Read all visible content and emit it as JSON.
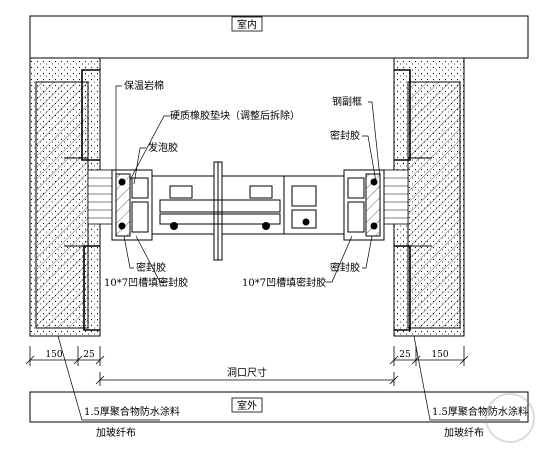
{
  "labels": {
    "indoor": "室内",
    "outdoor": "室外",
    "insulation_wool": "保温岩棉",
    "rubber_block": "硬质橡胶垫块（调整后拆除）",
    "foam_glue": "发泡胶",
    "steel_subframe": "钢副框",
    "sealant_right_top": "密封胶",
    "sealant_left_bottom": "密封胶",
    "sealant_right_bottom": "密封胶",
    "groove_sealant_left": "10*7凹槽填密封胶",
    "groove_sealant_right": "10*7凹槽填密封胶",
    "opening_size": "洞口尺寸",
    "dim_150_left": "150",
    "dim_25_left": "25",
    "dim_25_right": "25",
    "dim_150_right": "150",
    "waterproof_left_1": "1.5厚聚合物防水涂料",
    "waterproof_left_2": "加玻纤布",
    "waterproof_right_1": "1.5厚聚合物防水涂料",
    "waterproof_right_2": "加玻纤布"
  },
  "colors": {
    "line": "#000000",
    "background": "#ffffff",
    "watermark": "#c8c8c8"
  }
}
